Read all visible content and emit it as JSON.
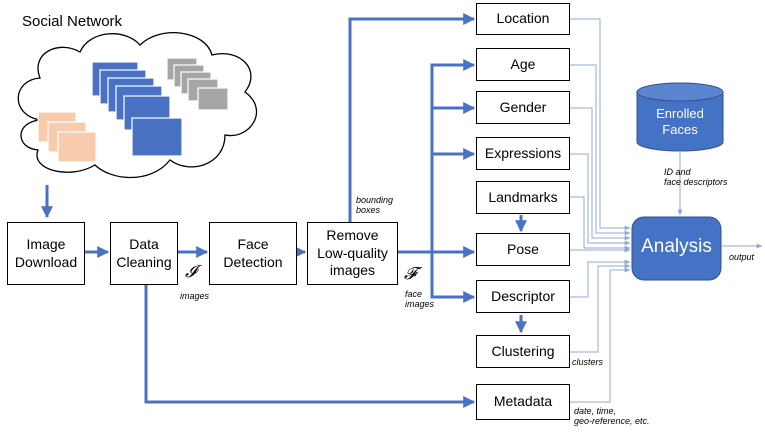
{
  "title": "Social Network",
  "boxes": {
    "image_download": "Image\nDownload",
    "data_cleaning": "Data\nCleaning",
    "face_detection": "Face\nDetection",
    "remove_low_quality": "Remove\nLow-quality\nimages",
    "location": "Location",
    "age": "Age",
    "gender": "Gender",
    "expressions": "Expressions",
    "landmarks": "Landmarks",
    "pose": "Pose",
    "descriptor": "Descriptor",
    "clustering": "Clustering",
    "metadata": "Metadata",
    "analysis": "Analysis",
    "enrolled_faces": "Enrolled\nFaces"
  },
  "labels": {
    "symbol_i": "𝓘",
    "images": "images",
    "symbol_f": "𝓕",
    "face_images": "face\nimages",
    "bounding_boxes": "bounding\nboxes",
    "id_descriptors": "ID and\nface descriptors",
    "output": "output",
    "clusters": "clusters",
    "date_geo": "date, time,\ngeo-reference, etc."
  },
  "colors": {
    "arrow_blue": "#4a72c4",
    "thin_blue": "#8fa8d8",
    "dark_blue": "#3a62b0",
    "analysis_fill": "#4472c4",
    "doc_blue": "#4a72c4",
    "doc_gray": "#a6a6a6",
    "doc_peach": "#f8cbad"
  }
}
